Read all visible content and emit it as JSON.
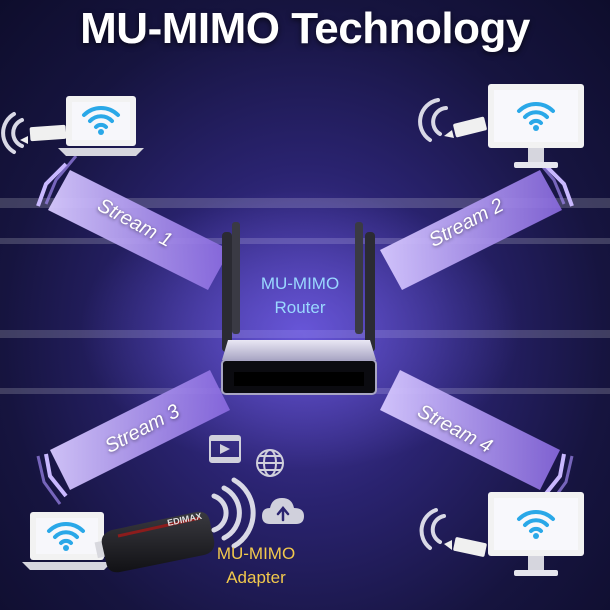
{
  "title": "MU-MIMO Technology",
  "router": {
    "label_line1": "MU-MIMO",
    "label_line2": "Router"
  },
  "adapter": {
    "label_line1": "MU-MIMO",
    "label_line2": "Adapter",
    "brand": "EDIMAX"
  },
  "streams": [
    {
      "label": "Stream 1"
    },
    {
      "label": "Stream 2"
    },
    {
      "label": "Stream 3"
    },
    {
      "label": "Stream 4"
    }
  ],
  "colors": {
    "beam": "#a98cf0",
    "router_label": "#9ad8ff",
    "adapter_label": "#f2c94c",
    "wifi": "#2aa8e8"
  },
  "icons": [
    "laptop-icon",
    "monitor-icon",
    "wifi-icon",
    "usb-dongle-icon",
    "video-icon",
    "globe-icon",
    "cloud-upload-icon",
    "router-icon"
  ]
}
